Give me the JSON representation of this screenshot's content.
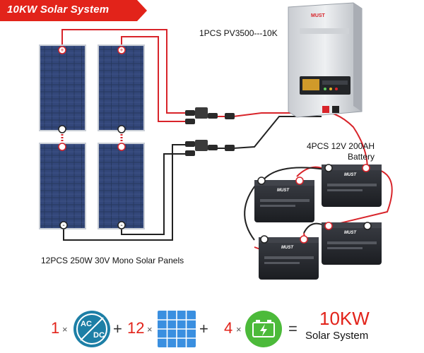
{
  "banner": {
    "title": "10KW  Solar System"
  },
  "labels": {
    "inverter": "1PCS PV3500---10K",
    "battery_line1": "4PCS 12V 200AH",
    "battery_line2": "Battery",
    "panels": "12PCS 250W 30V Mono Solar Panels"
  },
  "inverter_brand": "MUST",
  "battery_brand": "MUST",
  "equation": {
    "inverter_qty": "1",
    "times": "×",
    "plus": "+",
    "panel_qty": "12",
    "battery_qty": "4",
    "equals": "=",
    "result_title": "10KW",
    "result_subtitle": "Solar System",
    "inverter_icon_text_top": "AC",
    "inverter_icon_text_bottom": "DC"
  },
  "colors": {
    "accent_red": "#e2231a",
    "wire_black": "#222222",
    "panel_blue": "#2a3d66",
    "icon_teal": "#1d7fa6",
    "icon_panel_blue": "#3a8fe0",
    "icon_battery_green": "#4cba3a"
  }
}
